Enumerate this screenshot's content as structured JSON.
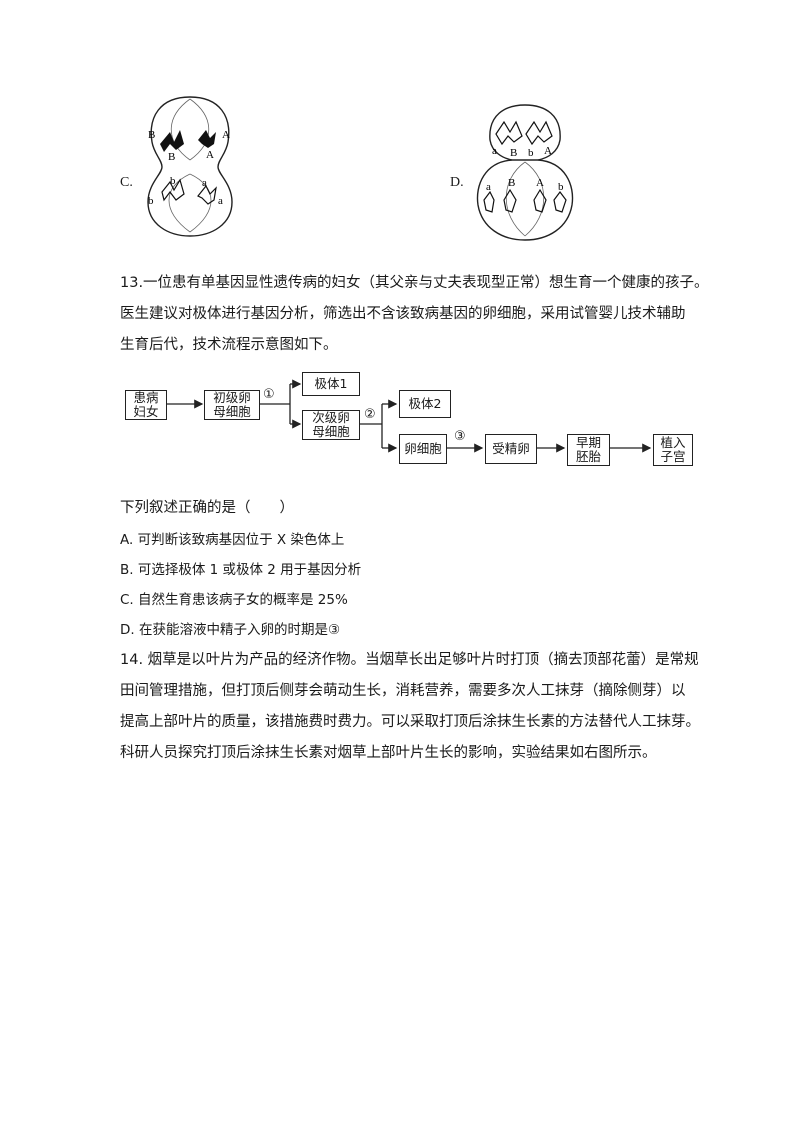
{
  "options_top": {
    "c_label": "C.",
    "d_label": "D.",
    "c_genes": [
      "B",
      "A",
      "B",
      "A",
      "b",
      "b",
      "a",
      "a"
    ],
    "d_genes": [
      "a",
      "B",
      "b",
      "A",
      "a",
      "B",
      "A",
      "b"
    ]
  },
  "q13": {
    "line1": "13.一位患有单基因显性遗传病的妇女（其父亲与丈夫表现型正常）想生育一个健康的孩子。",
    "line2": "医生建议对极体进行基因分析，筛选出不含该致病基因的卵细胞，采用试管婴儿技术辅助",
    "line3": "生育后代，技术流程示意图如下。",
    "flow": {
      "patient_1": "患病",
      "patient_2": "妇女",
      "primary_1": "初级卵",
      "primary_2": "母细胞",
      "step1": "①",
      "polar1": "极体1",
      "secondary_1": "次级卵",
      "secondary_2": "母细胞",
      "step2": "②",
      "polar2": "极体2",
      "egg": "卵细胞",
      "step3": "③",
      "zygote": "受精卵",
      "embryo_1": "早期",
      "embryo_2": "胚胎",
      "implant_1": "植入",
      "implant_2": "子宫"
    },
    "stem": "下列叙述正确的是（　　）",
    "options": [
      "A. 可判断该致病基因位于 X 染色体上",
      "B. 可选择极体 1 或极体 2 用于基因分析",
      "C. 自然生育患该病子女的概率是 25%",
      "D. 在获能溶液中精子入卵的时期是③"
    ]
  },
  "q14": {
    "line1": "14. 烟草是以叶片为产品的经济作物。当烟草长出足够叶片时打顶（摘去顶部花蕾）是常规",
    "line2": "田间管理措施，但打顶后侧芽会萌动生长，消耗营养，需要多次人工抹芽（摘除侧芽）以",
    "line3": "提高上部叶片的质量，该措施费时费力。可以采取打顶后涂抹生长素的方法替代人工抹芽。",
    "line4": "科研人员探究打顶后涂抹生长素对烟草上部叶片生长的影响，实验结果如右图所示。"
  }
}
